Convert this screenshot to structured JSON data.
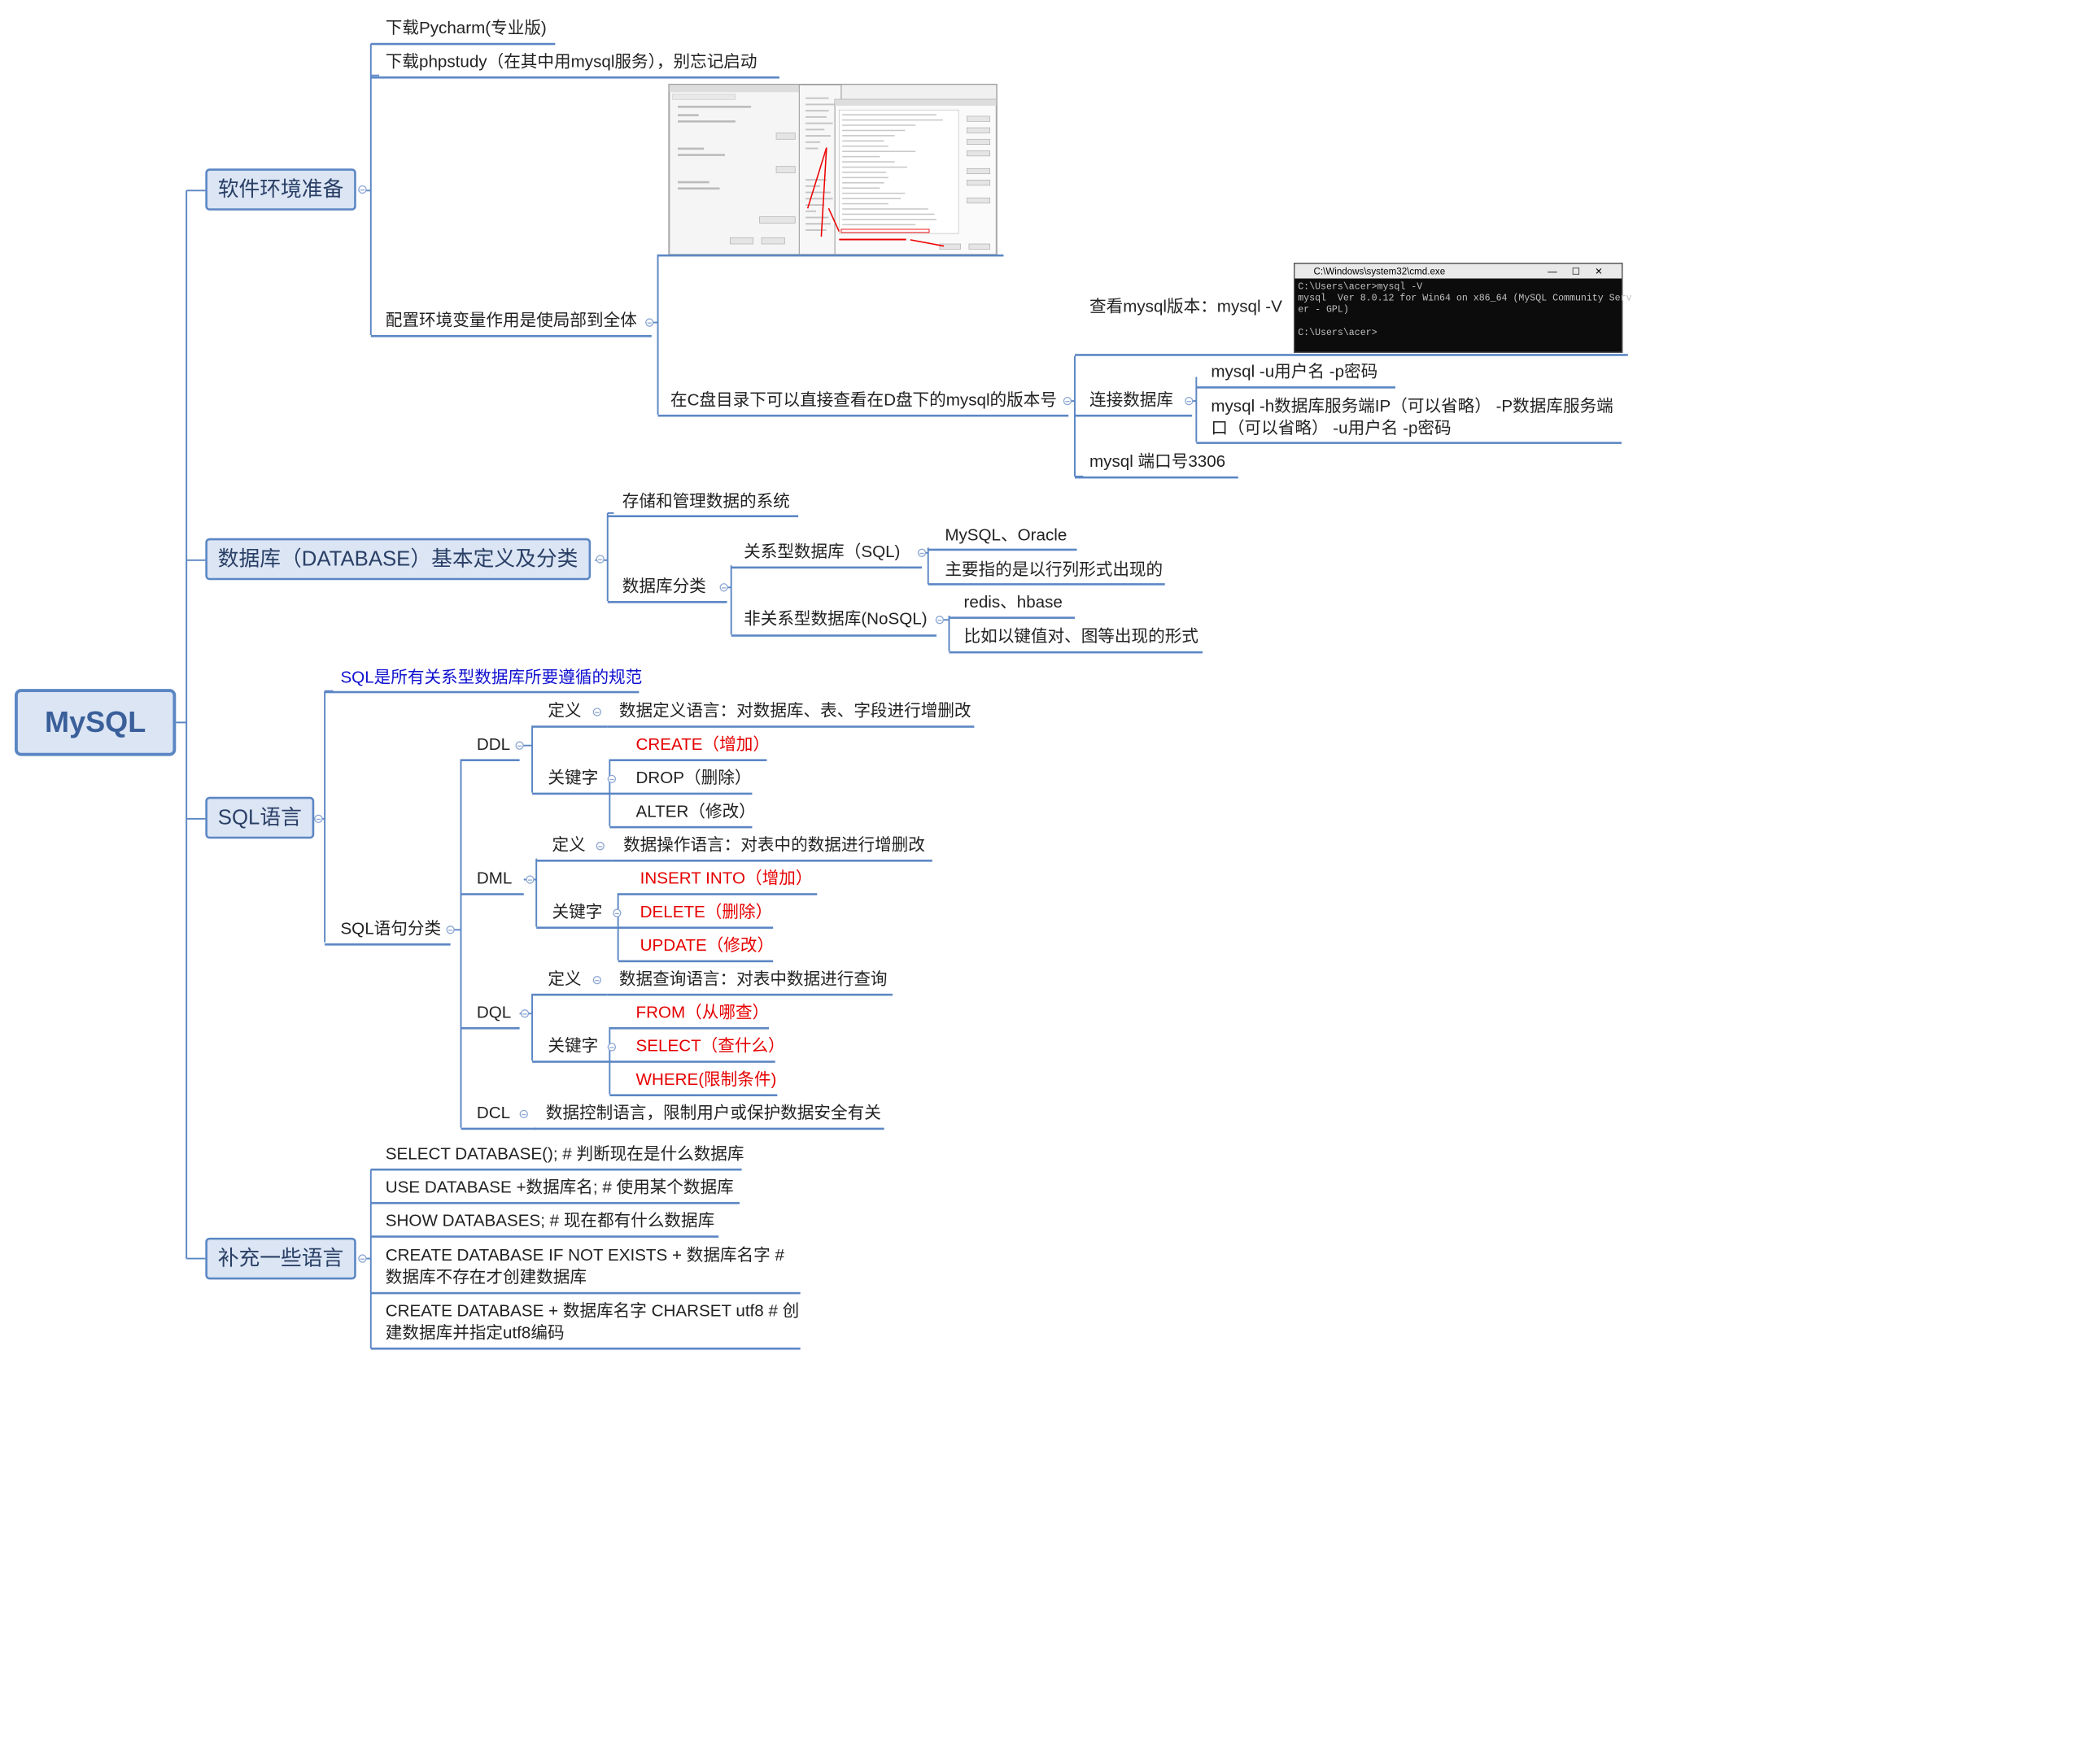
{
  "root": "MySQL",
  "branches": {
    "env": {
      "title": "软件环境准备",
      "items": [
        "下载Pycharm(专业版)",
        "下载phpstudy（在其中用mysql服务），别忘记启动",
        "配置环境变量作用是使局部到全体"
      ],
      "c_drive": "在C盘目录下可以直接查看在D盘下的mysql的版本号",
      "version": "查看mysql版本：mysql -V",
      "connect": "连接数据库",
      "connect_items": [
        "mysql -u用户名 -p密码",
        "mysql -h数据库服务端IP（可以省略） -P数据库服务端口（可以省略） -u用户名 -p密码"
      ],
      "port": "mysql 端口号3306"
    },
    "db": {
      "title": "数据库（DATABASE）基本定义及分类",
      "def": "存储和管理数据的系统",
      "cls": "数据库分类",
      "rel": "关系型数据库（SQL)",
      "rel_items": [
        "MySQL、Oracle",
        "主要指的是以行列形式出现的"
      ],
      "nonrel": "非关系型数据库(NoSQL)",
      "nonrel_items": [
        "redis、hbase",
        "比如以键值对、图等出现的形式"
      ]
    },
    "sql": {
      "title": "SQL语言",
      "spec": "SQL是所有关系型数据库所要遵循的规范",
      "cls": "SQL语句分类",
      "def_label": "定义",
      "kw_label": "关键字",
      "ddl": "DDL",
      "ddl_def": "数据定义语言：对数据库、表、字段进行增删改",
      "ddl_kw": [
        "CREATE（增加）",
        "DROP（删除）",
        "ALTER（修改）"
      ],
      "dml": "DML",
      "dml_def": "数据操作语言：对表中的数据进行增删改",
      "dml_kw": [
        "INSERT INTO（增加）",
        "DELETE（删除）",
        "UPDATE（修改）"
      ],
      "dql": "DQL",
      "dql_def": "数据查询语言：对表中数据进行查询",
      "dql_kw": [
        "FROM（从哪查）",
        "SELECT（查什么）",
        "WHERE(限制条件)"
      ],
      "dcl": "DCL",
      "dcl_def": "数据控制语言，限制用户或保护数据安全有关"
    },
    "extra": {
      "title": "补充一些语言",
      "items": [
        "SELECT DATABASE(); # 判断现在是什么数据库",
        "USE DATABASE +数据库名; # 使用某个数据库",
        "SHOW DATABASES; # 现在都有什么数据库",
        "CREATE DATABASE IF NOT EXISTS + 数据库名字 # 数据库不存在才创建数据库",
        "CREATE DATABASE + 数据库名字 CHARSET utf8 # 创建数据库并指定utf8编码"
      ]
    }
  },
  "cmd": {
    "title": "C:\\Windows\\system32\\cmd.exe",
    "lines": [
      "C:\\Users\\acer>mysql -V",
      "mysql  Ver 8.0.12 for Win64 on x86_64 (MySQL Community Serv",
      "er - GPL)",
      "",
      "C:\\Users\\acer>"
    ]
  },
  "colors": {
    "line": "#5b86c4",
    "box_fill": "#dbe5f4",
    "red": "#e60000",
    "blue": "#1010d0"
  }
}
